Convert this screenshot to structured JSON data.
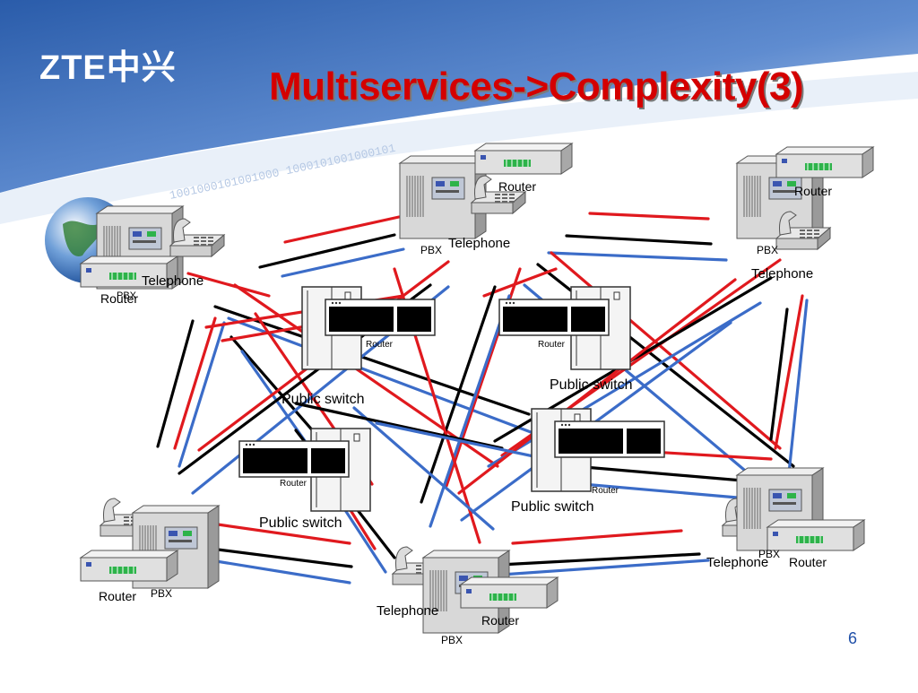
{
  "logo": "ZTE中兴",
  "title": "Multiservices->Complexity(3)",
  "page_number": "6",
  "labels": {
    "router": "Router",
    "pbx": "PBX",
    "telephone": "Telephone",
    "public_switch": "Public switch"
  },
  "colors": {
    "red_line": "#e0191e",
    "black_line": "#000000",
    "blue_line": "#3b6cc8",
    "title": "#d40000",
    "header_blue": "#2f62b0"
  }
}
